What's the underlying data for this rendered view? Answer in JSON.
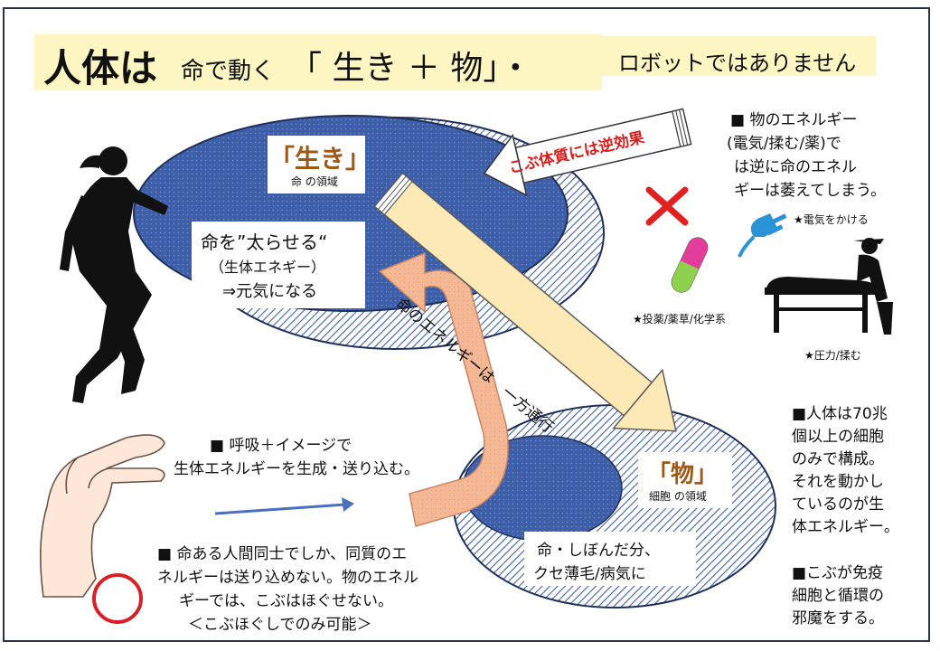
{
  "title": {
    "part1": "人体は",
    "part2": "命で動く",
    "part3": "「 生き ＋ 物」・",
    "part4": "ロボットではありません"
  },
  "life_region": {
    "label": "「生き」",
    "sublabel": "命 の領域"
  },
  "matter_region": {
    "label": "「物」",
    "sublabel": "細胞 の領域"
  },
  "fatten_box": {
    "line1": "命を”太らせる“",
    "line2": "（生体エネギー）",
    "line3": "⇒元気になる"
  },
  "one_way_arrow": {
    "text": "命のエネルギーは　一方通行"
  },
  "reverse_arrow": {
    "text": "こぶ体質には逆効果"
  },
  "wither_box": {
    "line1": "命・しぼんだ分、",
    "line2": "クセ薄毛/病気に"
  },
  "matter_energy_note": {
    "line1": "■ 物のエネルギー",
    "line2": "(電気/揉む/薬)で",
    "line3": "は逆に命のエネル",
    "line4": "ギーは萎えてしまう。"
  },
  "electric_label": "★電気をかける",
  "drug_label": "★投薬/薬草/化学系",
  "pressure_label": "★圧力/揉む",
  "body_note": {
    "lines": [
      "■人体は70兆",
      "個以上の細胞",
      "のみで構成。",
      "それを動かし",
      "ているのが生",
      "体エネルギー。"
    ]
  },
  "kobu_note": {
    "lines": [
      "■こぶが免疫",
      "細胞と循環の",
      "邪魔をする。"
    ]
  },
  "breath_note": {
    "line1": "■ 呼吸＋イメージで",
    "line2": "生体エネルギーを生成・送り込む。"
  },
  "human_note": {
    "line1": "■ 命ある人間同士でしか、同質のエ",
    "line2": "ネルギーは送り込めない。物のエネル",
    "line3": "ギーでは、こぶはほぐせない。",
    "line4": "＜こぶほぐしでのみ可能＞"
  },
  "colors": {
    "ellipse_fill": "#3e5fa8",
    "ellipse_stroke": "#1f2f5a",
    "arrow_peach": "#f5b895",
    "arrow_cream": "#fce9b5",
    "title_bg": "#fdf6c3",
    "cross_red": "#e12020",
    "circle_red": "#d81f26",
    "label_brown": "#9c5a16",
    "reverse_text": "#d41f1f",
    "plug_blue": "#2a93d5",
    "pill_pink": "#e23d9b",
    "pill_green": "#8fd14f"
  },
  "icons": [
    "runner-silhouette-icon",
    "hand-pinch-icon",
    "cross-icon",
    "circle-icon",
    "pill-icon",
    "plug-icon",
    "massage-table-icon"
  ]
}
